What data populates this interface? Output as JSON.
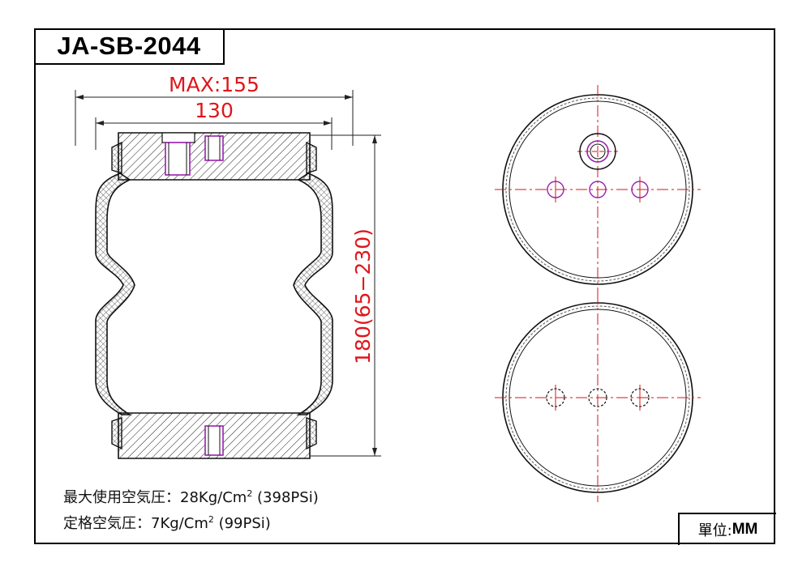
{
  "title": "JA-SB-2044",
  "dimensions": {
    "max_width": "MAX:155",
    "width": "130",
    "height": "180(65−230)"
  },
  "specs": {
    "max_pressure_label": "最大使用空気圧：28Kg/Cm",
    "max_pressure_sup": "2",
    "max_pressure_psi": " (398PSi)",
    "rated_pressure_label": "定格空気圧：7Kg/Cm",
    "rated_pressure_sup": "2",
    "rated_pressure_psi": " (99PSi)"
  },
  "unit": {
    "label": "單位:",
    "value": "MM"
  },
  "colors": {
    "line": "#000000",
    "dimension": "#e0161b",
    "centerline": "#d4141b",
    "bore": "#9b1fb0"
  }
}
